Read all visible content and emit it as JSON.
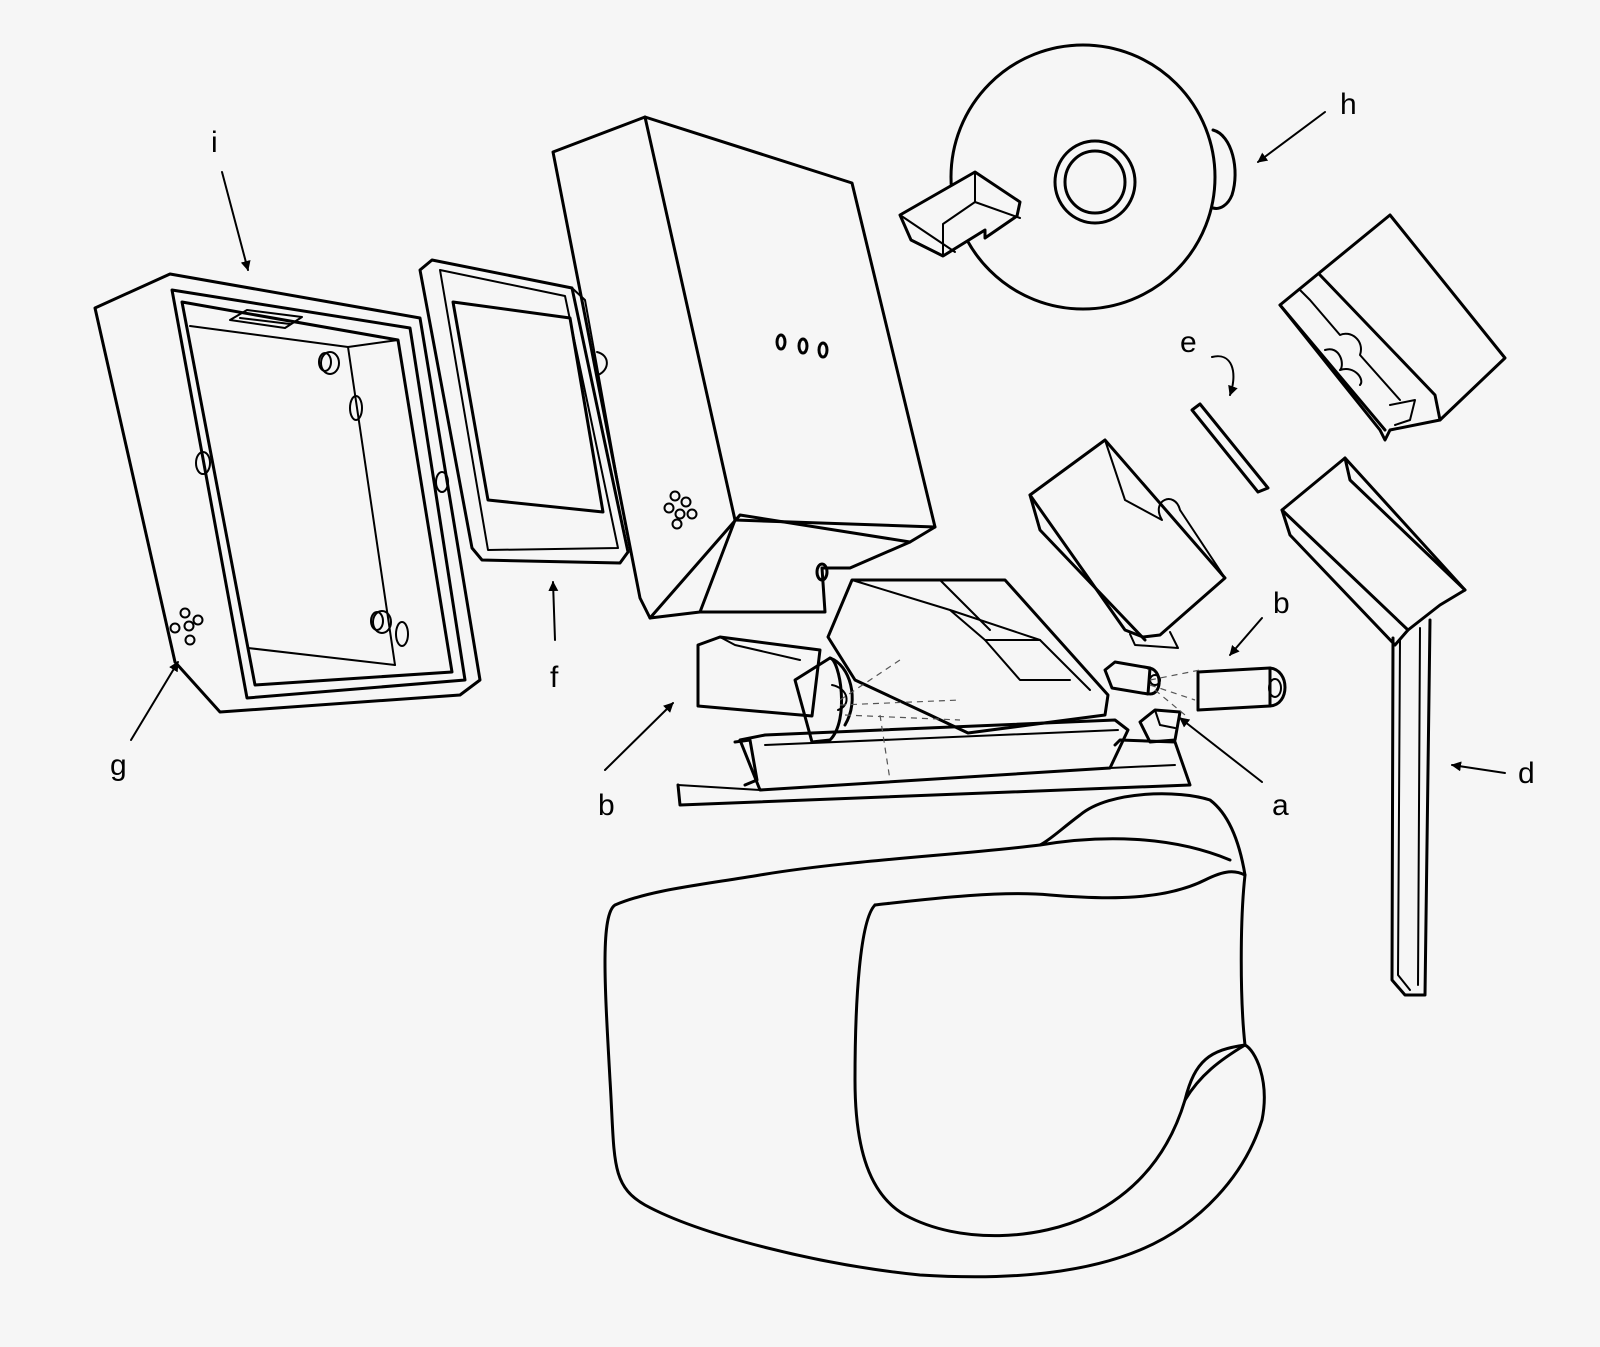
{
  "labels": {
    "a": "a",
    "b_upper": "b",
    "b_lower": "b",
    "d": "d",
    "e": "e",
    "f": "f",
    "g": "g",
    "h": "h",
    "i": "i"
  }
}
